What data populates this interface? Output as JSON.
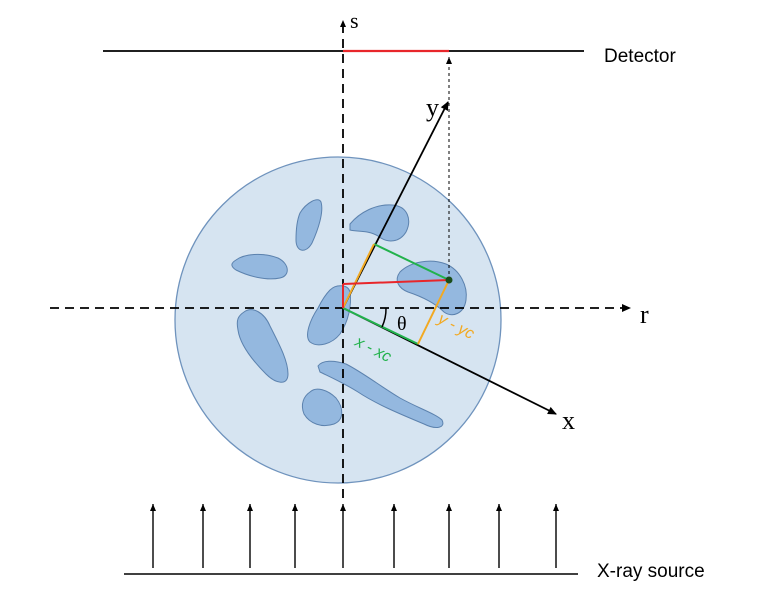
{
  "labels": {
    "detector": "Detector",
    "xray_source": "X-ray source",
    "axis_s": "s",
    "axis_r": "r",
    "axis_x": "x",
    "axis_y": "y",
    "theta": "θ",
    "x_minus_xc": "x - xc",
    "y_minus_yc": "y - yc"
  },
  "colors": {
    "phantom_fill": "#d6e4f1",
    "phantom_stroke": "#6f93bd",
    "inclusion_fill": "#94b8df",
    "inclusion_stroke": "#5c82ae",
    "projection": "#e8262a",
    "x_component": "#22b24c",
    "y_component": "#f2a922",
    "axis": "#000000"
  },
  "icons": [
    "x-ray-arrow-icon"
  ]
}
